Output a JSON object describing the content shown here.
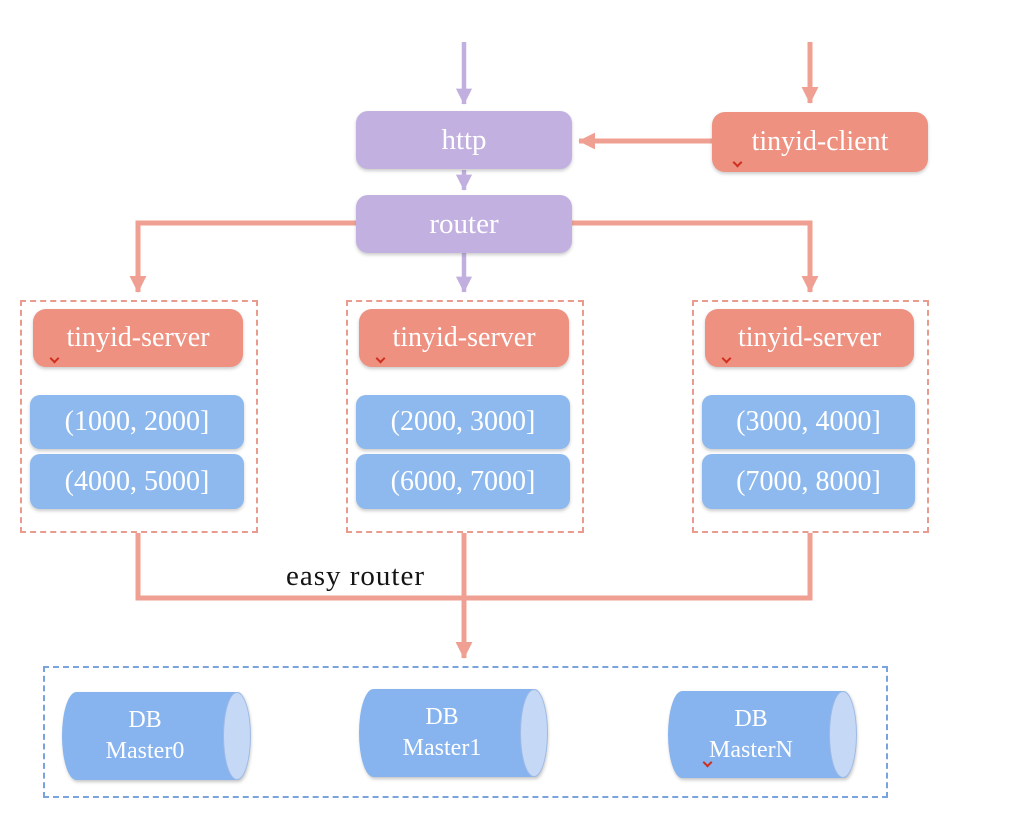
{
  "diagram": {
    "http_label": "http",
    "router_label": "router",
    "client_label": "tinyid-client",
    "server_groups": [
      {
        "label": "tinyid-server",
        "segments": [
          "(1000, 2000]",
          "(4000, 5000]"
        ]
      },
      {
        "label": "tinyid-server",
        "segments": [
          "(2000, 3000]",
          "(6000, 7000]"
        ]
      },
      {
        "label": "tinyid-server",
        "segments": [
          "(3000, 4000]",
          "(7000, 8000]"
        ]
      }
    ],
    "easy_router_label": "easy router",
    "databases": [
      {
        "name": "DB",
        "instance": "Master0"
      },
      {
        "name": "DB",
        "instance": "Master1"
      },
      {
        "name": "DB",
        "instance": "MasterN"
      }
    ],
    "icons": {
      "spellcheck_mark": "red spell-check caret under first letter",
      "arrowhead": "triangular flow arrowhead"
    },
    "colors": {
      "purple_node": "#c2b0e1",
      "purple_arrow": "#c1afe0",
      "salmon_node": "#ee9181",
      "salmon_arrow": "#f0a092",
      "blue_node": "#8db9ee",
      "cylinder_body": "#87b4ee",
      "cylinder_cap": "#c5d9f7",
      "dashed_server_border": "#e99c8d",
      "dashed_db_border": "#7aa3dc",
      "easy_router_text": "#141414",
      "spellcheck_red": "#cf2f1f"
    }
  }
}
